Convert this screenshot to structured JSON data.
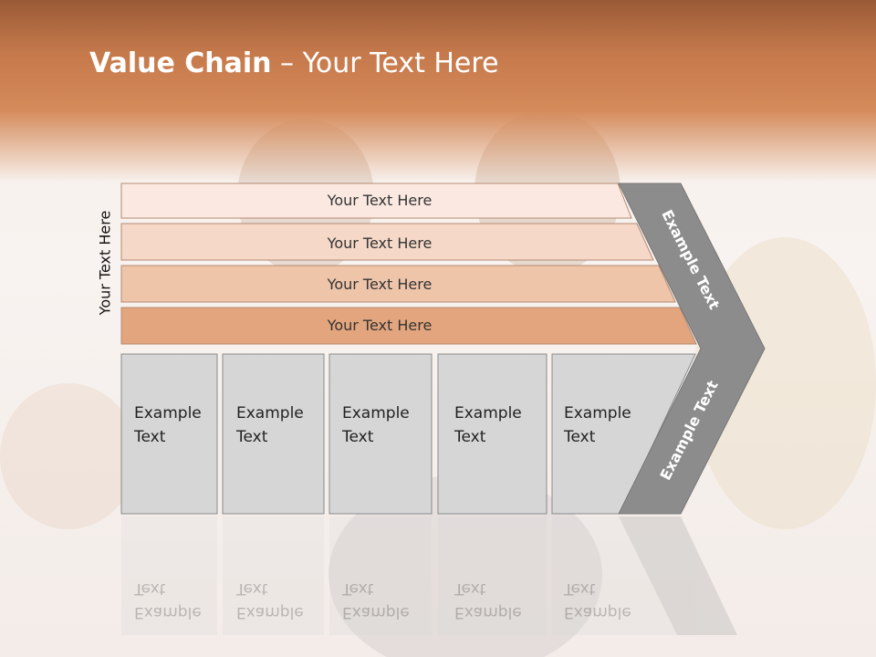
{
  "slide": {
    "title_bold": "Value Chain",
    "title_rest": " – Your Text Here",
    "vertical_label": "Your Text Here",
    "bars": [
      {
        "label": "Your Text Here",
        "color": "#fbe9e1"
      },
      {
        "label": "Your Text Here",
        "color": "#f5d8c7"
      },
      {
        "label": "Your Text Here",
        "color": "#efc5aa"
      },
      {
        "label": "Your Text Here",
        "color": "#e3a57e"
      }
    ],
    "cells": [
      {
        "line1": "Example",
        "line2": "Text"
      },
      {
        "line1": "Example",
        "line2": "Text"
      },
      {
        "line1": "Example",
        "line2": "Text"
      },
      {
        "line1": "Example",
        "line2": "Text"
      },
      {
        "line1": "Example",
        "line2": "Text"
      }
    ],
    "chevron_top_text": "Example Text",
    "chevron_bottom_text": "Example Text",
    "chevron_color": "#8c8c8c",
    "cell_color": "#d6d6d6"
  }
}
